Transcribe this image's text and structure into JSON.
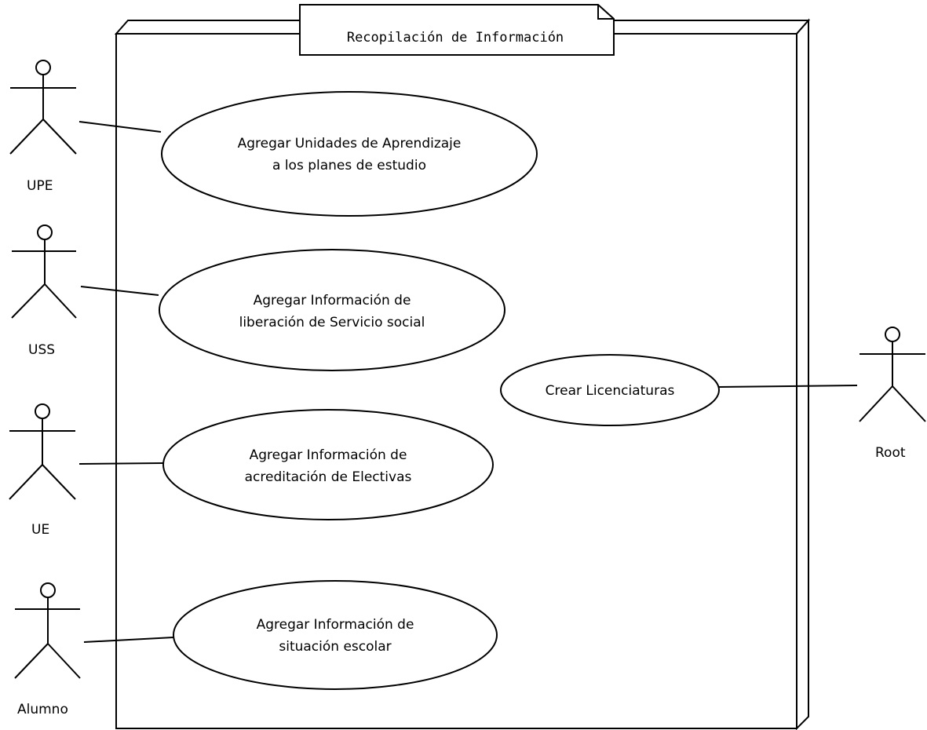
{
  "system": {
    "title": "Recopilación de Información"
  },
  "actors": {
    "upe": "UPE",
    "uss": "USS",
    "ue": "UE",
    "alumno": "Alumno",
    "root": "Root"
  },
  "use_cases": {
    "agregar_unidades": {
      "line1": "Agregar Unidades de Aprendizaje",
      "line2": "a los planes de estudio"
    },
    "liberacion_servicio": {
      "line1": "Agregar Información de",
      "line2": "liberación de Servicio social"
    },
    "acreditacion_electivas": {
      "line1": "Agregar Información de",
      "line2": "acreditación de Electivas"
    },
    "situacion_escolar": {
      "line1": "Agregar Información de",
      "line2": "situación escolar"
    },
    "crear_licenciaturas": {
      "line1": "Crear Licenciaturas"
    }
  }
}
